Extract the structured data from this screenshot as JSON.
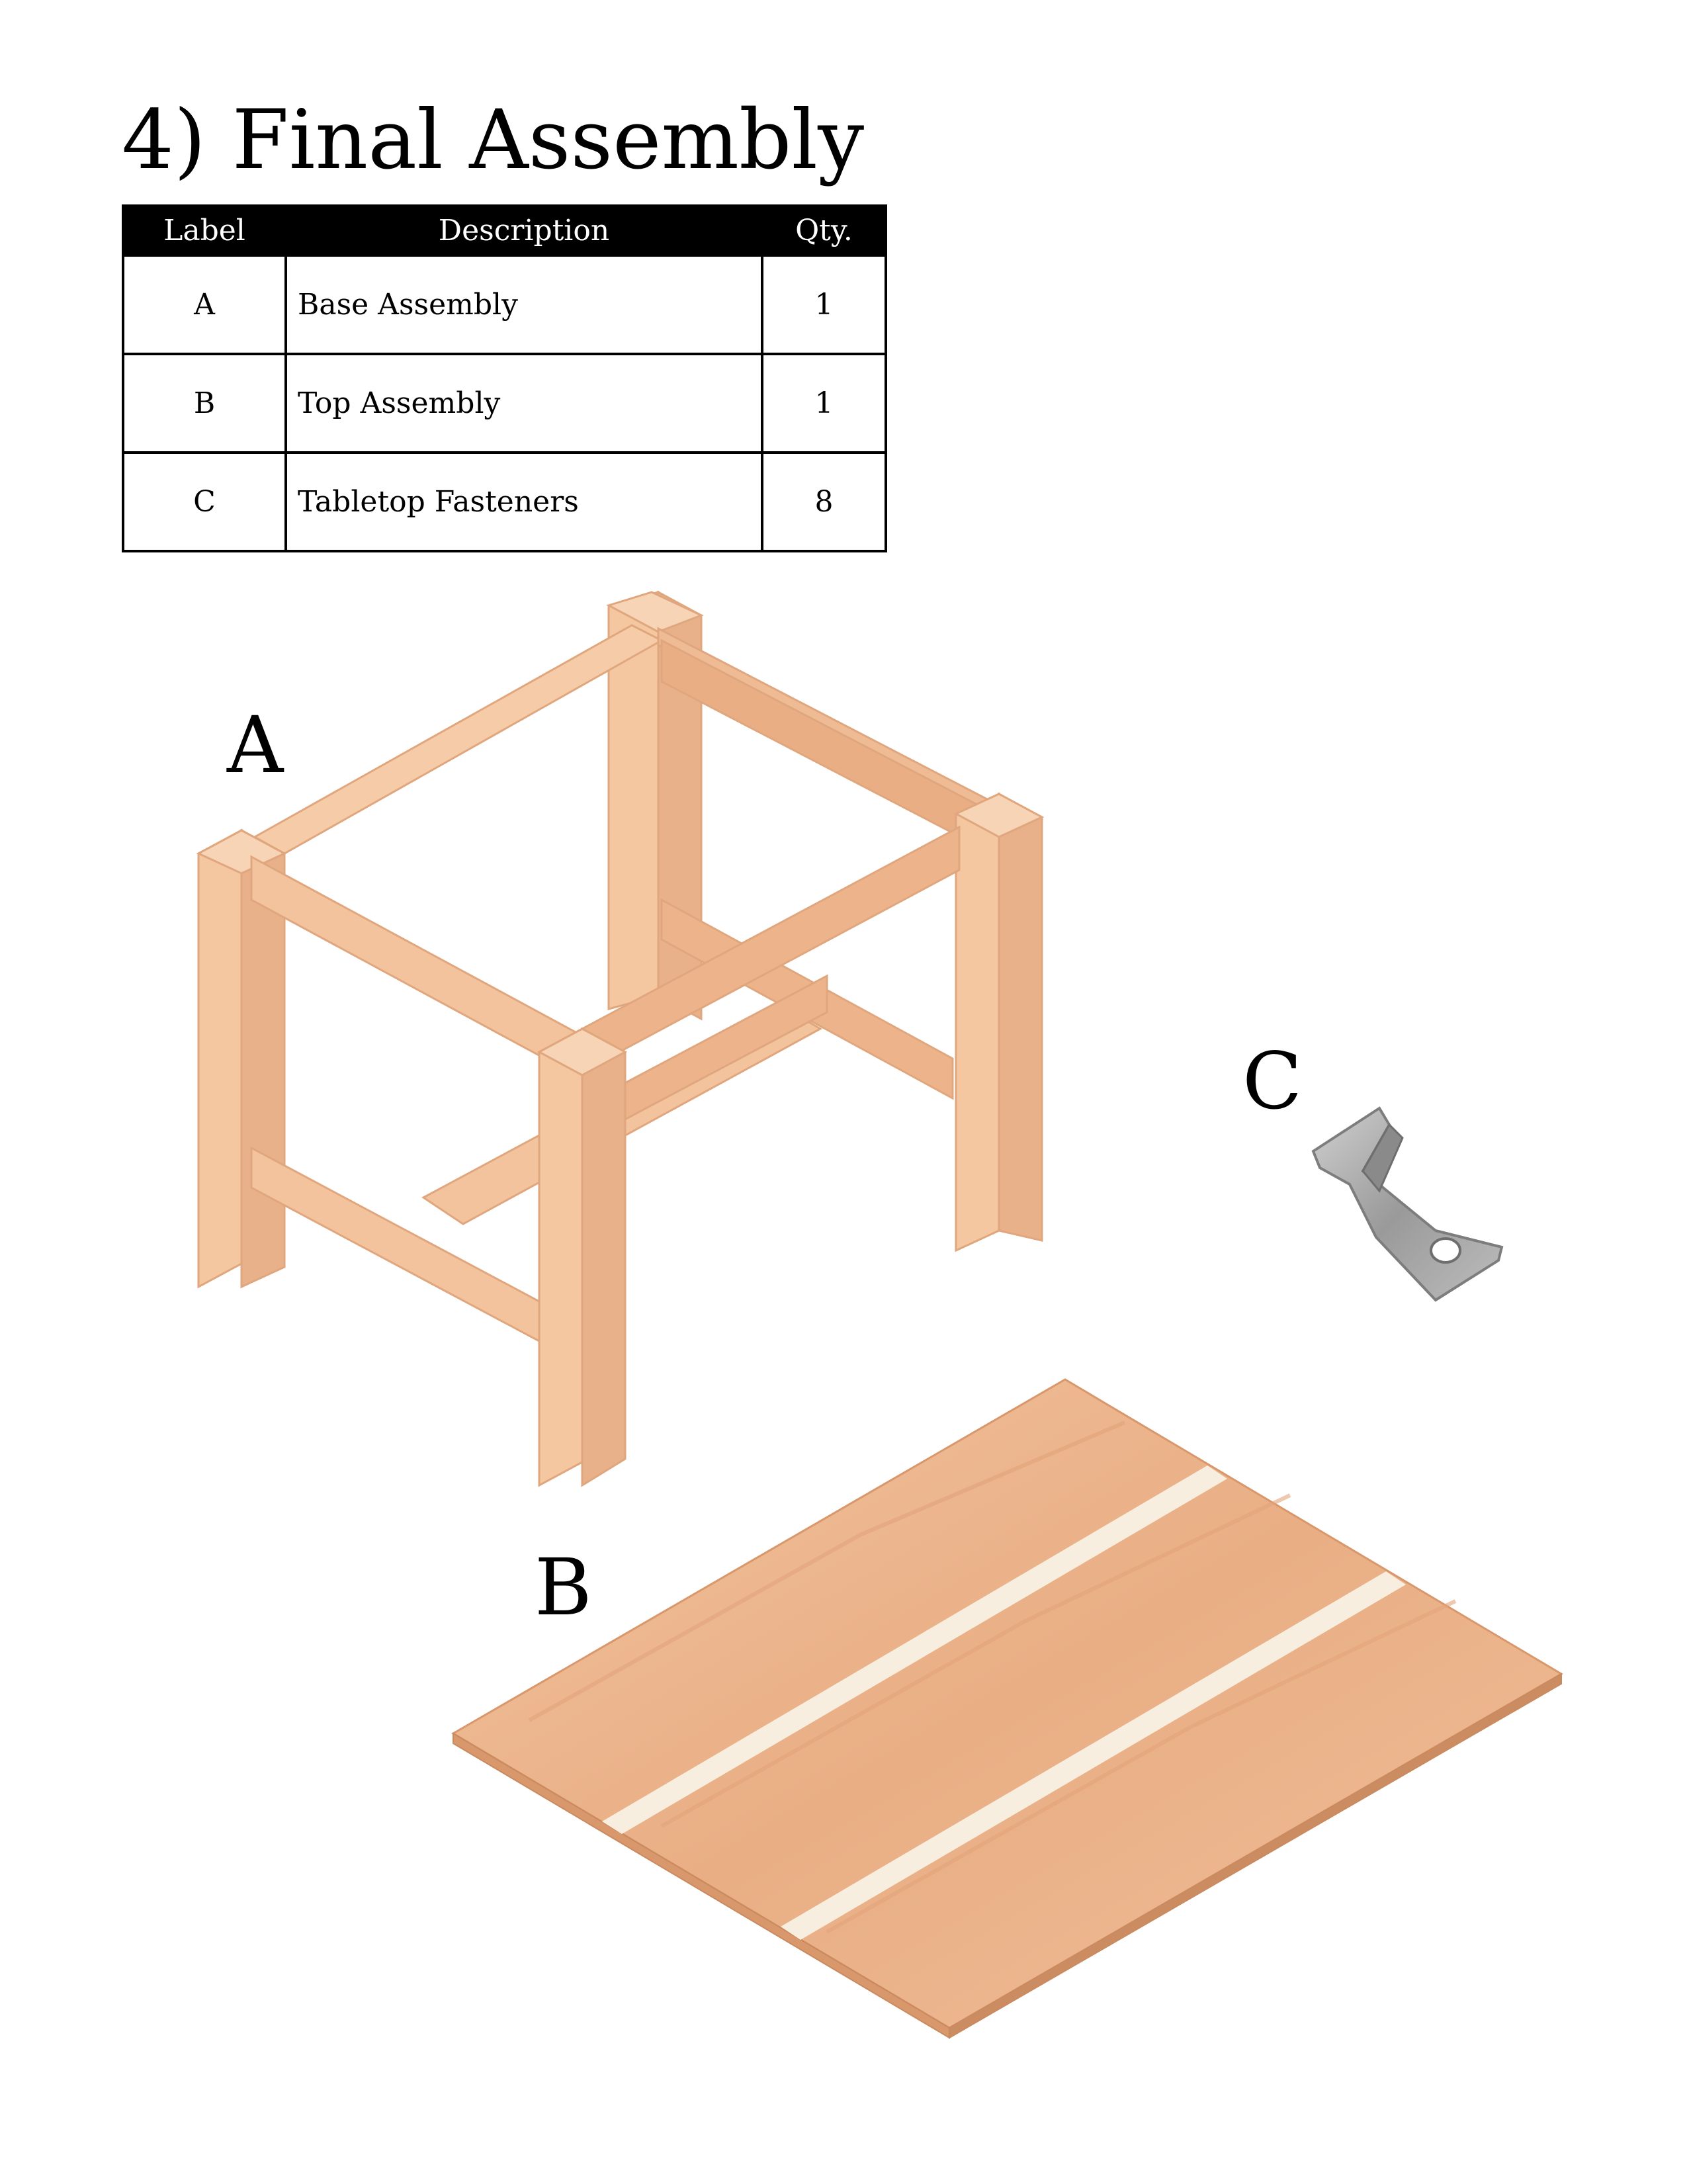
{
  "title": "4) Final Assembly",
  "table": {
    "headers": [
      "Label",
      "Description",
      "Qty."
    ],
    "rows": [
      {
        "label": "A",
        "description": "Base Assembly",
        "qty": "1"
      },
      {
        "label": "B",
        "description": "Top Assembly",
        "qty": "1"
      },
      {
        "label": "C",
        "description": "Tabletop Fasteners",
        "qty": "8"
      }
    ]
  },
  "figure_labels": {
    "a": "A",
    "b": "B",
    "c": "C"
  },
  "colors": {
    "wood_light": "#F7C9A4",
    "wood_mid": "#EDB48B",
    "wood_dark": "#D9976C",
    "tabletop": "#EBB48C",
    "tabletop_stripe": "#F7EEDF",
    "metal": "#A9A9A9"
  }
}
